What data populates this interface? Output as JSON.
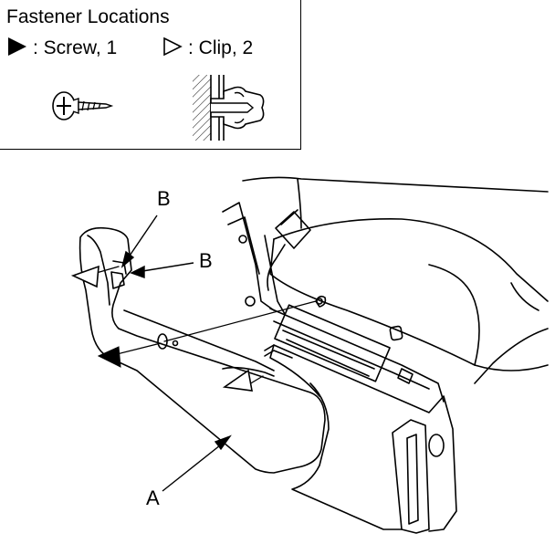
{
  "legend": {
    "title": "Fastener Locations",
    "screw_label": ": Screw, 1",
    "clip_label": ": Clip, 2"
  },
  "callouts": {
    "a": "A",
    "b_top": "B",
    "b_right": "B"
  }
}
